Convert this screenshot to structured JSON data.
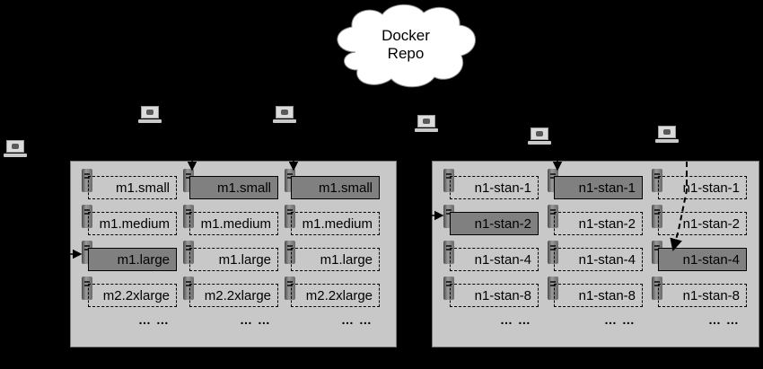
{
  "repo": {
    "label_line1": "Docker",
    "label_line2": "Repo"
  },
  "regions": [
    {
      "columns": [
        {
          "instances": [
            "m1.small",
            "m1.medium",
            "m1.large",
            "m2.2xlarge"
          ],
          "active": 2,
          "more": "… …"
        },
        {
          "instances": [
            "m1.small",
            "m1.medium",
            "m1.large",
            "m2.2xlarge"
          ],
          "active": 0,
          "more": "… …"
        },
        {
          "instances": [
            "m1.small",
            "m1.medium",
            "m1.large",
            "m2.2xlarge"
          ],
          "active": 0,
          "more": "… …"
        }
      ]
    },
    {
      "columns": [
        {
          "instances": [
            "n1-stan-1",
            "n1-stan-2",
            "n1-stan-4",
            "n1-stan-8"
          ],
          "active": 1,
          "more": "… …"
        },
        {
          "instances": [
            "n1-stan-1",
            "n1-stan-2",
            "n1-stan-4",
            "n1-stan-8"
          ],
          "active": 0,
          "more": "… …"
        },
        {
          "instances": [
            "n1-stan-1",
            "n1-stan-2",
            "n1-stan-4",
            "n1-stan-8"
          ],
          "active": 2,
          "more": "… …"
        }
      ]
    }
  ],
  "colors": {
    "background": "#000000",
    "region_fill": "#c8c8c8",
    "active_fill": "#808080",
    "cloud_fill": "#ffffff"
  }
}
